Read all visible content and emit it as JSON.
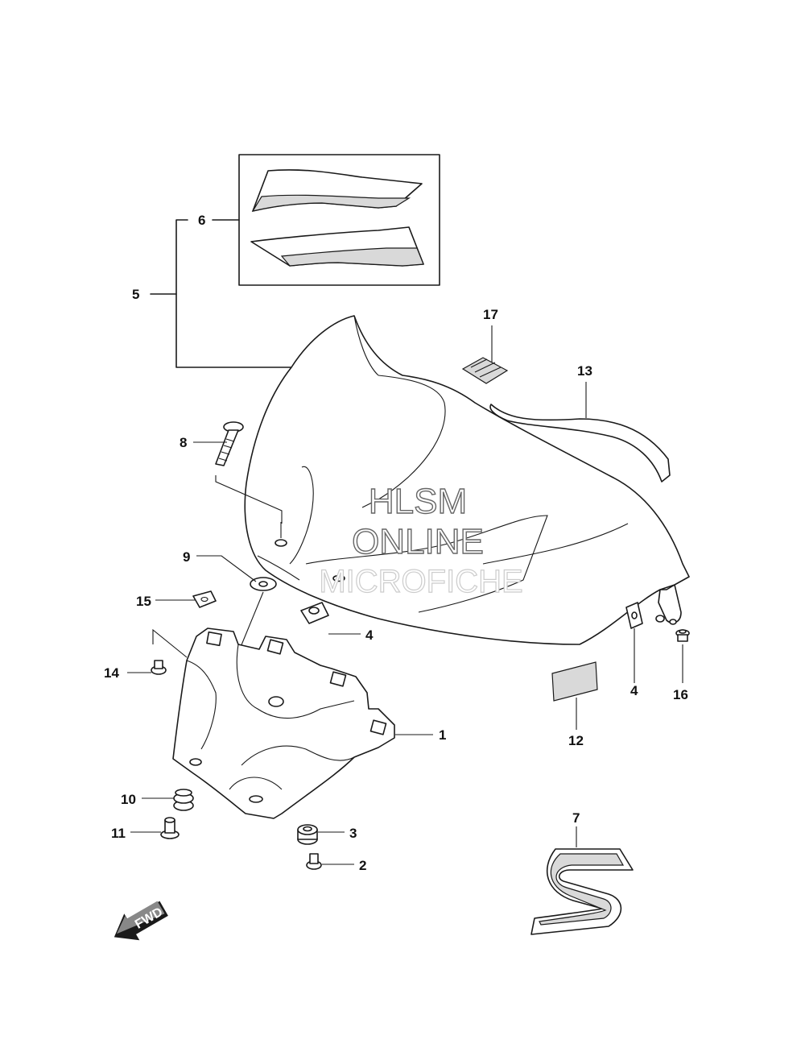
{
  "callouts": [
    {
      "id": "c1",
      "label": "1"
    },
    {
      "id": "c2",
      "label": "2"
    },
    {
      "id": "c3",
      "label": "3"
    },
    {
      "id": "c4a",
      "label": "4"
    },
    {
      "id": "c4b",
      "label": "4"
    },
    {
      "id": "c5",
      "label": "5"
    },
    {
      "id": "c6",
      "label": "6"
    },
    {
      "id": "c7",
      "label": "7"
    },
    {
      "id": "c8",
      "label": "8"
    },
    {
      "id": "c9",
      "label": "9"
    },
    {
      "id": "c10",
      "label": "10"
    },
    {
      "id": "c11",
      "label": "11"
    },
    {
      "id": "c12",
      "label": "12"
    },
    {
      "id": "c13",
      "label": "13"
    },
    {
      "id": "c14",
      "label": "14"
    },
    {
      "id": "c15",
      "label": "15"
    },
    {
      "id": "c16",
      "label": "16"
    },
    {
      "id": "c17",
      "label": "17"
    }
  ],
  "watermark": {
    "line1": "HLSM",
    "line2": "ONLINE",
    "line3": "MICROFICHE"
  },
  "direction_arrow": {
    "label": "FWD",
    "icon": "fwd-arrow-icon"
  },
  "colors": {
    "line": "#1a1a1a",
    "watermark_stroke": "#666666",
    "background": "#ffffff"
  }
}
